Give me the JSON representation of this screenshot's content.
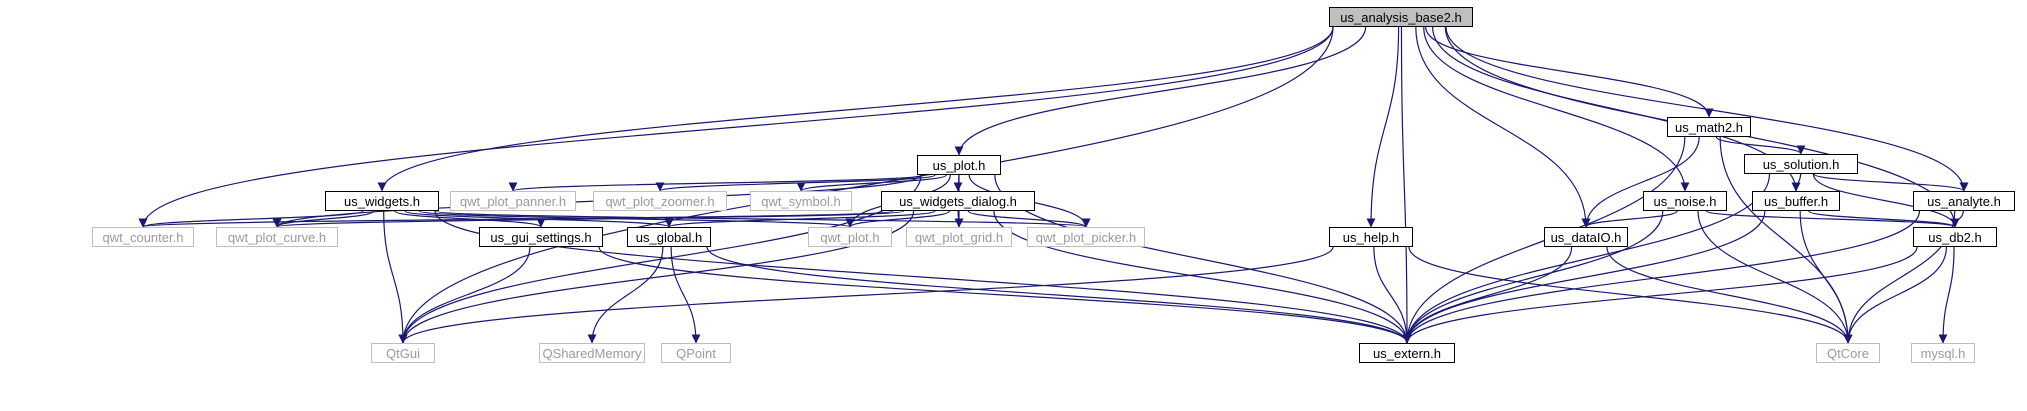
{
  "graph": {
    "edge_color": "#191970",
    "ext_border_color": "#bfbfbf",
    "ext_text_color": "#9a9a9a",
    "root_fill": "#bfbfbf",
    "nodes": [
      {
        "id": "root",
        "label": "us_analysis_base2.h",
        "kind": "root"
      },
      {
        "id": "us_math2",
        "label": "us_math2.h",
        "kind": "local"
      },
      {
        "id": "us_plot",
        "label": "us_plot.h",
        "kind": "local"
      },
      {
        "id": "us_solution",
        "label": "us_solution.h",
        "kind": "local"
      },
      {
        "id": "us_widgets",
        "label": "us_widgets.h",
        "kind": "local"
      },
      {
        "id": "qwt_plot_panner",
        "label": "qwt_plot_panner.h",
        "kind": "ext"
      },
      {
        "id": "qwt_plot_zoomer",
        "label": "qwt_plot_zoomer.h",
        "kind": "ext"
      },
      {
        "id": "qwt_symbol",
        "label": "qwt_symbol.h",
        "kind": "ext"
      },
      {
        "id": "us_widgets_dialog",
        "label": "us_widgets_dialog.h",
        "kind": "local"
      },
      {
        "id": "us_noise",
        "label": "us_noise.h",
        "kind": "local"
      },
      {
        "id": "us_buffer",
        "label": "us_buffer.h",
        "kind": "local"
      },
      {
        "id": "us_analyte",
        "label": "us_analyte.h",
        "kind": "local"
      },
      {
        "id": "qwt_counter",
        "label": "qwt_counter.h",
        "kind": "ext"
      },
      {
        "id": "qwt_plot_curve",
        "label": "qwt_plot_curve.h",
        "kind": "ext"
      },
      {
        "id": "us_gui_settings",
        "label": "us_gui_settings.h",
        "kind": "local"
      },
      {
        "id": "us_global",
        "label": "us_global.h",
        "kind": "local"
      },
      {
        "id": "qwt_plot",
        "label": "qwt_plot.h",
        "kind": "ext"
      },
      {
        "id": "qwt_plot_grid",
        "label": "qwt_plot_grid.h",
        "kind": "ext"
      },
      {
        "id": "qwt_plot_picker",
        "label": "qwt_plot_picker.h",
        "kind": "ext"
      },
      {
        "id": "us_help",
        "label": "us_help.h",
        "kind": "local"
      },
      {
        "id": "us_dataIO",
        "label": "us_dataIO.h",
        "kind": "local"
      },
      {
        "id": "us_db2",
        "label": "us_db2.h",
        "kind": "local"
      },
      {
        "id": "QtGui",
        "label": "QtGui",
        "kind": "ext"
      },
      {
        "id": "QSharedMemory",
        "label": "QSharedMemory",
        "kind": "ext"
      },
      {
        "id": "QPoint",
        "label": "QPoint",
        "kind": "ext"
      },
      {
        "id": "us_extern",
        "label": "us_extern.h",
        "kind": "local"
      },
      {
        "id": "QtCore",
        "label": "QtCore",
        "kind": "ext"
      },
      {
        "id": "mysql",
        "label": "mysql.h",
        "kind": "ext"
      }
    ],
    "edges": [
      [
        "root",
        "QtGui"
      ],
      [
        "root",
        "qwt_counter"
      ],
      [
        "root",
        "us_widgets"
      ],
      [
        "root",
        "us_plot"
      ],
      [
        "root",
        "us_extern"
      ],
      [
        "root",
        "us_help"
      ],
      [
        "root",
        "us_dataIO"
      ],
      [
        "root",
        "us_noise"
      ],
      [
        "root",
        "us_buffer"
      ],
      [
        "root",
        "us_math2"
      ],
      [
        "root",
        "us_analyte"
      ],
      [
        "root",
        "us_db2"
      ],
      [
        "us_math2",
        "us_solution"
      ],
      [
        "us_math2",
        "us_dataIO"
      ],
      [
        "us_math2",
        "us_extern"
      ],
      [
        "us_math2",
        "QtCore"
      ],
      [
        "us_solution",
        "us_buffer"
      ],
      [
        "us_solution",
        "us_analyte"
      ],
      [
        "us_solution",
        "us_db2"
      ],
      [
        "us_solution",
        "us_extern"
      ],
      [
        "us_plot",
        "QtGui"
      ],
      [
        "us_plot",
        "qwt_plot_curve"
      ],
      [
        "us_plot",
        "qwt_plot_panner"
      ],
      [
        "us_plot",
        "qwt_plot_zoomer"
      ],
      [
        "us_plot",
        "qwt_symbol"
      ],
      [
        "us_plot",
        "us_widgets_dialog"
      ],
      [
        "us_plot",
        "qwt_plot"
      ],
      [
        "us_plot",
        "qwt_plot_grid"
      ],
      [
        "us_plot",
        "qwt_plot_picker"
      ],
      [
        "us_plot",
        "us_extern"
      ],
      [
        "us_widgets",
        "qwt_counter"
      ],
      [
        "us_widgets",
        "qwt_plot_curve"
      ],
      [
        "us_widgets",
        "QtGui"
      ],
      [
        "us_widgets",
        "us_gui_settings"
      ],
      [
        "us_widgets",
        "us_global"
      ],
      [
        "us_widgets",
        "qwt_plot"
      ],
      [
        "us_widgets",
        "qwt_plot_picker"
      ],
      [
        "us_widgets",
        "us_extern"
      ],
      [
        "us_widgets_dialog",
        "qwt_counter"
      ],
      [
        "us_widgets_dialog",
        "qwt_plot_curve"
      ],
      [
        "us_widgets_dialog",
        "QtGui"
      ],
      [
        "us_widgets_dialog",
        "us_global"
      ],
      [
        "us_widgets_dialog",
        "qwt_plot"
      ],
      [
        "us_widgets_dialog",
        "qwt_plot_grid"
      ],
      [
        "us_widgets_dialog",
        "qwt_plot_picker"
      ],
      [
        "us_widgets_dialog",
        "us_extern"
      ],
      [
        "us_gui_settings",
        "QtGui"
      ],
      [
        "us_gui_settings",
        "us_extern"
      ],
      [
        "us_global",
        "QSharedMemory"
      ],
      [
        "us_global",
        "QPoint"
      ],
      [
        "us_global",
        "us_extern"
      ],
      [
        "us_help",
        "QtGui"
      ],
      [
        "us_help",
        "us_extern"
      ],
      [
        "us_help",
        "QtCore"
      ],
      [
        "us_noise",
        "us_dataIO"
      ],
      [
        "us_noise",
        "us_db2"
      ],
      [
        "us_noise",
        "us_extern"
      ],
      [
        "us_noise",
        "QtCore"
      ],
      [
        "us_buffer",
        "us_db2"
      ],
      [
        "us_buffer",
        "QtCore"
      ],
      [
        "us_buffer",
        "us_extern"
      ],
      [
        "us_analyte",
        "us_db2"
      ],
      [
        "us_analyte",
        "us_extern"
      ],
      [
        "us_analyte",
        "QtCore"
      ],
      [
        "us_dataIO",
        "us_extern"
      ],
      [
        "us_dataIO",
        "QtCore"
      ],
      [
        "us_db2",
        "us_extern"
      ],
      [
        "us_db2",
        "QtCore"
      ],
      [
        "us_db2",
        "mysql"
      ]
    ]
  }
}
